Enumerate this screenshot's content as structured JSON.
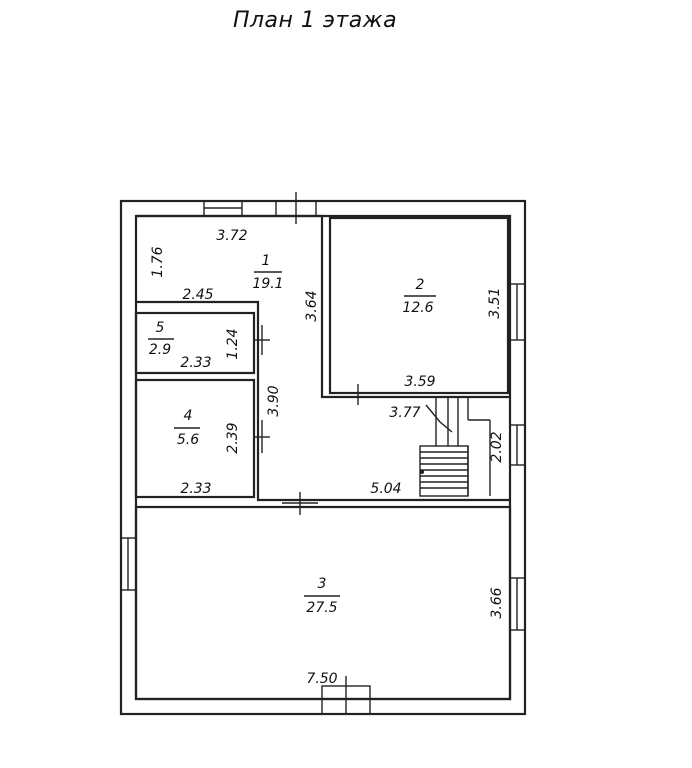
{
  "title": "План 1 этажа",
  "rooms": [
    {
      "number": "1",
      "area": "19.1"
    },
    {
      "number": "2",
      "area": "12.6"
    },
    {
      "number": "3",
      "area": "27.5"
    },
    {
      "number": "4",
      "area": "5.6"
    },
    {
      "number": "5",
      "area": "2.9"
    }
  ],
  "dimensions": {
    "r1_top": "3.72",
    "r1_left": "1.76",
    "r1_bottom": "2.45",
    "corridor_right": "3.64",
    "corridor_lower": "3.90",
    "r5_right": "1.24",
    "r5_bottom": "2.33",
    "r4_right": "2.39",
    "r4_bottom": "2.33",
    "r2_right": "3.51",
    "r2_bottom": "3.59",
    "stair_top": "3.77",
    "stair_right": "2.02",
    "hall_bottom": "5.04",
    "r3_right": "3.66",
    "r3_bottom": "7.50"
  }
}
